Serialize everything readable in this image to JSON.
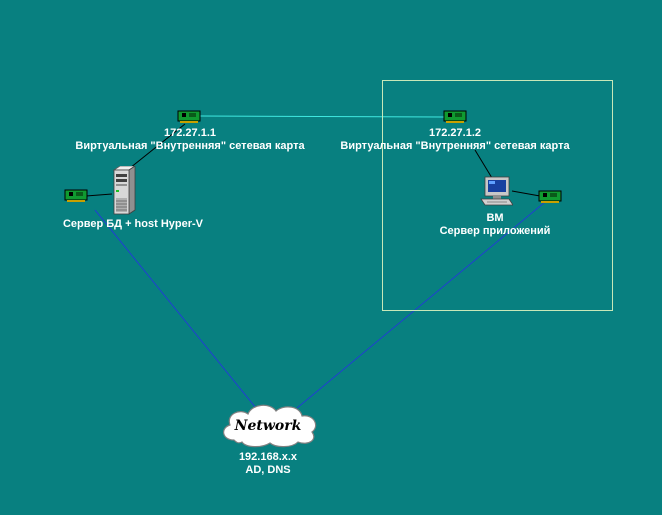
{
  "nodes": {
    "nic_left": {
      "ip": "172.27.1.1",
      "label": "Виртуальная \"Внутренняя\" сетевая карта"
    },
    "nic_right": {
      "ip": "172.27.1.2",
      "label": "Виртуальная \"Внутренняя\" сетевая карта"
    },
    "server": {
      "label": "Сервер БД + host Hyper-V"
    },
    "vm": {
      "name": "ВМ",
      "role": "Сервер приложений"
    },
    "network": {
      "name": "Network",
      "address": "192.168.x.x",
      "services": "AD, DNS"
    }
  },
  "colors": {
    "background": "#088080",
    "wan_link": "#2040d0",
    "internal_link": "#40e8e0",
    "local_link": "#000000",
    "vm_frame": "#c8e8b8",
    "text": "#ffffff"
  },
  "icons": [
    "network-card-icon",
    "server-tower-icon",
    "workstation-icon",
    "cloud-icon"
  ]
}
